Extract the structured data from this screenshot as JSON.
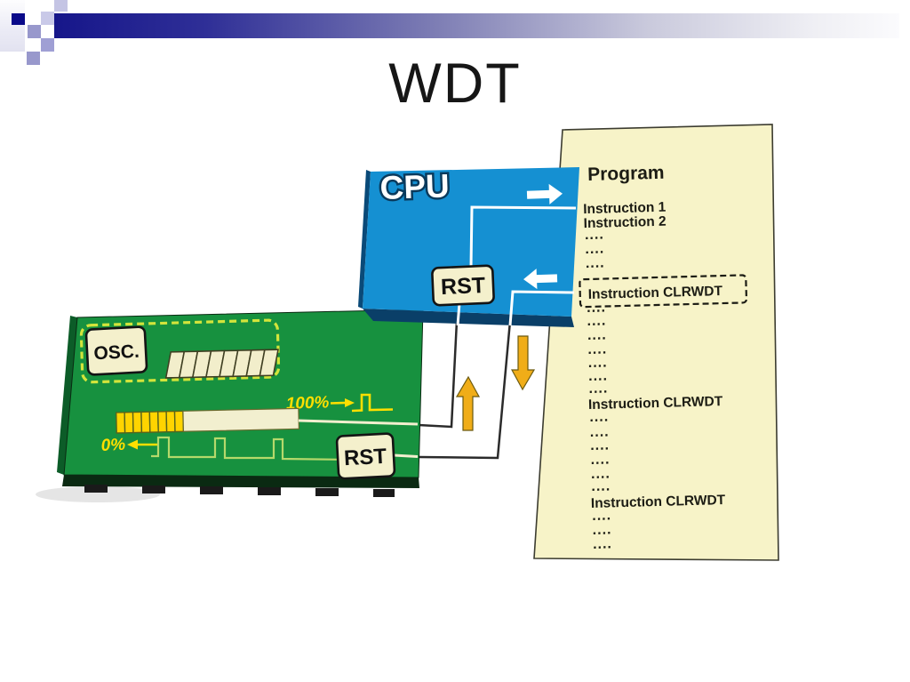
{
  "slide": {
    "title": "WDT"
  },
  "cpu": {
    "label": "CPU",
    "rst_label": "RST"
  },
  "wdt_board": {
    "osc_label": "OSC.",
    "rst_label": "RST",
    "full_label": "100%",
    "empty_label": "0%",
    "register_cells": 8,
    "elapsed_segments": 8
  },
  "program": {
    "title": "Program",
    "lines": [
      {
        "type": "instruction",
        "text": "Instruction 1"
      },
      {
        "type": "instruction",
        "text": "Instruction 2"
      },
      {
        "type": "dots",
        "text": "...."
      },
      {
        "type": "dots",
        "text": "...."
      },
      {
        "type": "dots",
        "text": "...."
      },
      {
        "type": "instruction-boxed",
        "text": "Instruction CLRWDT"
      },
      {
        "type": "dots",
        "text": "...."
      },
      {
        "type": "dots",
        "text": "...."
      },
      {
        "type": "dots",
        "text": "...."
      },
      {
        "type": "dots",
        "text": "...."
      },
      {
        "type": "dots",
        "text": "...."
      },
      {
        "type": "dots",
        "text": "...."
      },
      {
        "type": "dots",
        "text": "...."
      },
      {
        "type": "instruction",
        "text": "Instruction CLRWDT"
      },
      {
        "type": "dots",
        "text": "...."
      },
      {
        "type": "dots",
        "text": "...."
      },
      {
        "type": "dots",
        "text": "...."
      },
      {
        "type": "dots",
        "text": "...."
      },
      {
        "type": "dots",
        "text": "...."
      },
      {
        "type": "dots",
        "text": "...."
      },
      {
        "type": "instruction",
        "text": "Instruction CLRWDT"
      },
      {
        "type": "dots",
        "text": "...."
      },
      {
        "type": "dots",
        "text": "...."
      },
      {
        "type": "dots",
        "text": "...."
      }
    ]
  },
  "colors": {
    "cpu_blue": "#1590d2",
    "cpu_dark": "#0a3f68",
    "board_green": "#17913f",
    "board_dark": "#0a2a12",
    "panel_yellow": "#f7f3c8",
    "box_cream": "#f4f0cc",
    "bar_yellow": "#ffd400",
    "arrow_gold": "#f0ad18",
    "label_yellow": "#ffdf00",
    "dash_lime": "#d3e43b",
    "wave_green": "#b5d96b",
    "header_navy": "#16168a"
  }
}
